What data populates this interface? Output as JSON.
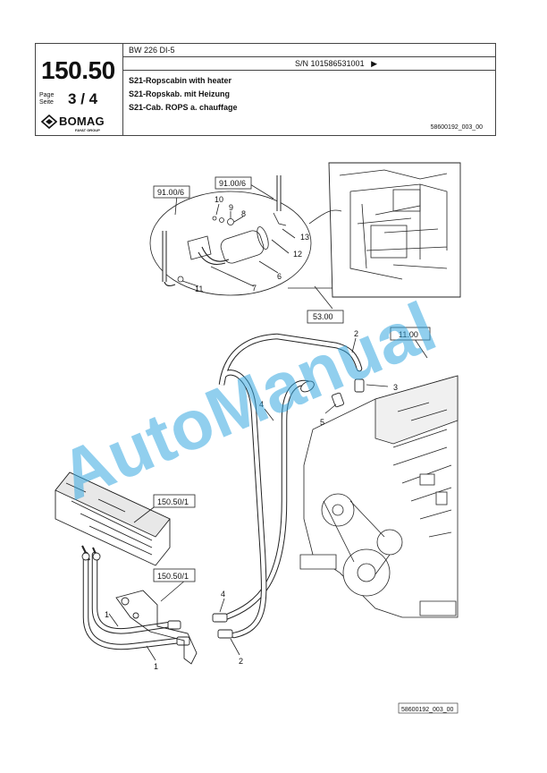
{
  "header": {
    "page_number": "150.50",
    "page_label_en": "Page",
    "page_label_de": "Seite",
    "page_current": "3",
    "page_sep": "/",
    "page_total": "4",
    "model": "BW 226 DI-5",
    "serial": "S/N 101586531001",
    "serial_arrow": "▶",
    "title_en": "S21-Ropscabin with heater",
    "title_de": "S21-Ropskab. mit Heizung",
    "title_fr": "S21-Cab. ROPS a. chauffage",
    "drawing_ref": "58600192_003_00"
  },
  "logo": {
    "word": "BOMAG",
    "sub": "FAYAT GROUP"
  },
  "references": [
    "91.00/6",
    "91.00/6",
    "53.00",
    "11.00",
    "150.50/1",
    "150.50/1"
  ],
  "part_numbers": [
    "10",
    "9",
    "8",
    "13",
    "12",
    "6",
    "7",
    "11",
    "2",
    "3",
    "4",
    "5",
    "4",
    "1",
    "1",
    "2"
  ],
  "footer_ref": "58600192_003_00",
  "watermark": "AutoManual"
}
